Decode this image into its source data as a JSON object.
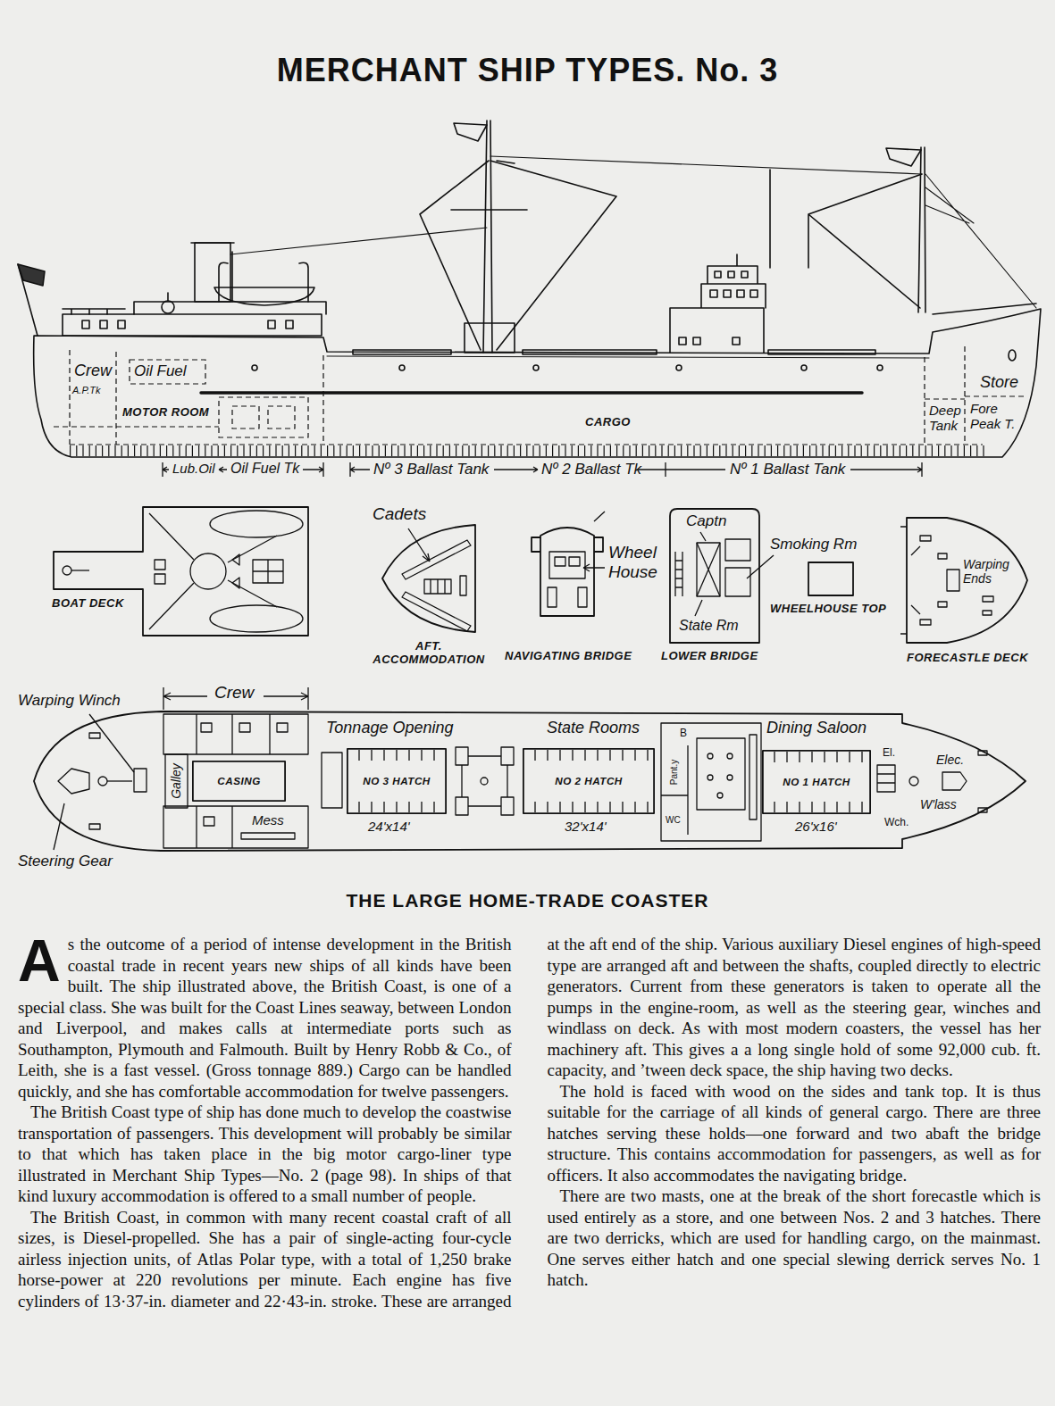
{
  "diagram": {
    "title": "MERCHANT SHIP TYPES. No. 3",
    "caption": "THE LARGE HOME-TRADE COASTER",
    "nodes": [
      {
        "text": [
          "BOAT DECK"
        ]
      },
      {
        "text": [
          "Cadets",
          "AFT. ACCOMMODATION"
        ]
      },
      {
        "text": [
          "Wheel House",
          "NAVIGATING BRIDGE"
        ]
      },
      {
        "text": [
          "Captn",
          "State Rm",
          "LOWER BRIDGE"
        ]
      },
      {
        "text": [
          "WHEELHOUSE TOP"
        ]
      },
      {
        "text": [
          "Warping Ends",
          "FORECASTLE DECK"
        ]
      },
      {
        "text": [
          "Crew",
          "Galley",
          "Mess",
          "Tonnage Opening",
          "24'x14'",
          "State Rooms",
          "32'x14'",
          "B",
          "Pant.y",
          "WC",
          "Dining Saloon",
          "26'x16'",
          "El.",
          "Elec.",
          "Wch.",
          "W'lass"
        ]
      },
      {
        "text": [
          "CASING"
        ],
        "in": 6
      },
      {
        "text": [
          "NO 3 HATCH"
        ],
        "in": 6
      },
      {
        "text": [
          "NO 2 HATCH"
        ],
        "in": 6
      },
      {
        "text": [
          "NO 1 HATCH"
        ],
        "in": 6
      }
    ],
    "labels": [
      "Crew",
      "Oil Fuel",
      "A.P.Tk",
      "MOTOR ROOM",
      "CARGO",
      "Store",
      "Deep Tank",
      "Fore Peak T.",
      "Lub.Oil",
      "Oil Fuel Tk",
      "Nº 3 Ballast Tank",
      "Nº 2 Ballast Tk",
      "Nº 1 Ballast Tank",
      "Smoking Rm",
      "Warping Winch",
      "Steering Gear",
      "As the outcome of a period of intense development in the British coastal trade in recent years new ships of all kinds have been built. The ship illustrated above, the British Coast, is one of a special class. She was built for the Coast Lines seaway, between London and Liverpool, and makes calls at intermediate ports such as Southampton, Plymouth and Falmouth. Built by Henry Robb & Co., of Leith, she is a fast vessel. (Gross tonnage 889.) Cargo can be handled quickly, and she has comfortable accommodation for twelve passengers.",
      "The British Coast type of ship has done much to develop the coastwise transportation of passengers. This development will probably be similar to that which has taken place in the big motor cargo-liner type illustrated in Merchant Ship Types—No. 2 (page 98). In ships of that kind luxury accommodation is offered to a small number of people.",
      "The British Coast, in common with many recent coastal craft of all sizes, is Diesel-propelled. She has a pair of single-acting four-cycle airless injection units, of Atlas Polar type, with a total of 1,250 brake horse-power at 220 revolutions per minute. Each engine has five cylinders of 13·37-in. diameter and 22·43-in. stroke. These are arranged at the aft end of the ship. Various auxiliary Diesel engines of high-speed type are arranged aft and between the shafts, coupled directly to electric generators. Current from these generators is taken to operate all the pumps in the engine-room, as well as the steering gear, winches and windlass on deck. As with most modern coasters, the vessel has her machinery aft. This gives a a long single hold of some 92,000 cub. ft. capacity, and ’tween deck space, the ship having two decks.",
      "The hold is faced with wood on the sides and tank top. It is thus suitable for the carriage of all kinds of general cargo. There are three hatches serving these holds—one forward and two abaft the bridge structure. This contains accommodation for passengers, as well as for officers. It also accommodates the navigating bridge.",
      "There are two masts, one at the break of the short forecastle which is used entirely as a store, and one between Nos. 2 and 3 hatches. There are two derricks, which are used for handling cargo, on the mainmast. One serves either hatch and one special slewing derrick serves No. 1 hatch."
    ]
  }
}
